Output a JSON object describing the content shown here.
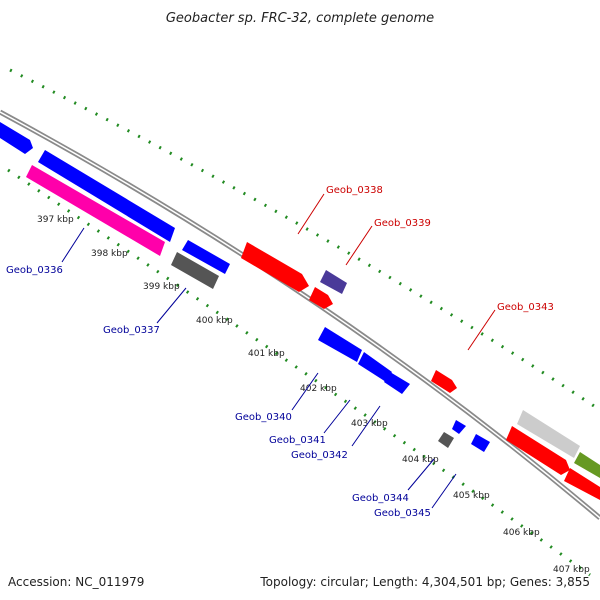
{
  "title": "Geobacter sp. FRC-32, complete genome",
  "footer": {
    "accession": "Accession: NC_011979",
    "summary": "Topology: circular; Length: 4,304,501 bp; Genes: 3,855"
  },
  "colors": {
    "forward_label": "#cc0000",
    "reverse_label": "#000099",
    "backbone": "#888888",
    "ticks": "#228b22"
  },
  "ticks": [
    "397 kbp",
    "398 kbp",
    "399 kbp",
    "400 kbp",
    "401 kbp",
    "402 kbp",
    "403 kbp",
    "404 kbp",
    "405 kbp",
    "406 kbp",
    "407 kbp"
  ],
  "gene_labels": {
    "Geob_0336": "Geob_0336",
    "Geob_0337": "Geob_0337",
    "Geob_0338": "Geob_0338",
    "Geob_0339": "Geob_0339",
    "Geob_0340": "Geob_0340",
    "Geob_0341": "Geob_0341",
    "Geob_0342": "Geob_0342",
    "Geob_0343": "Geob_0343",
    "Geob_0344": "Geob_0344",
    "Geob_0345": "Geob_0345"
  }
}
